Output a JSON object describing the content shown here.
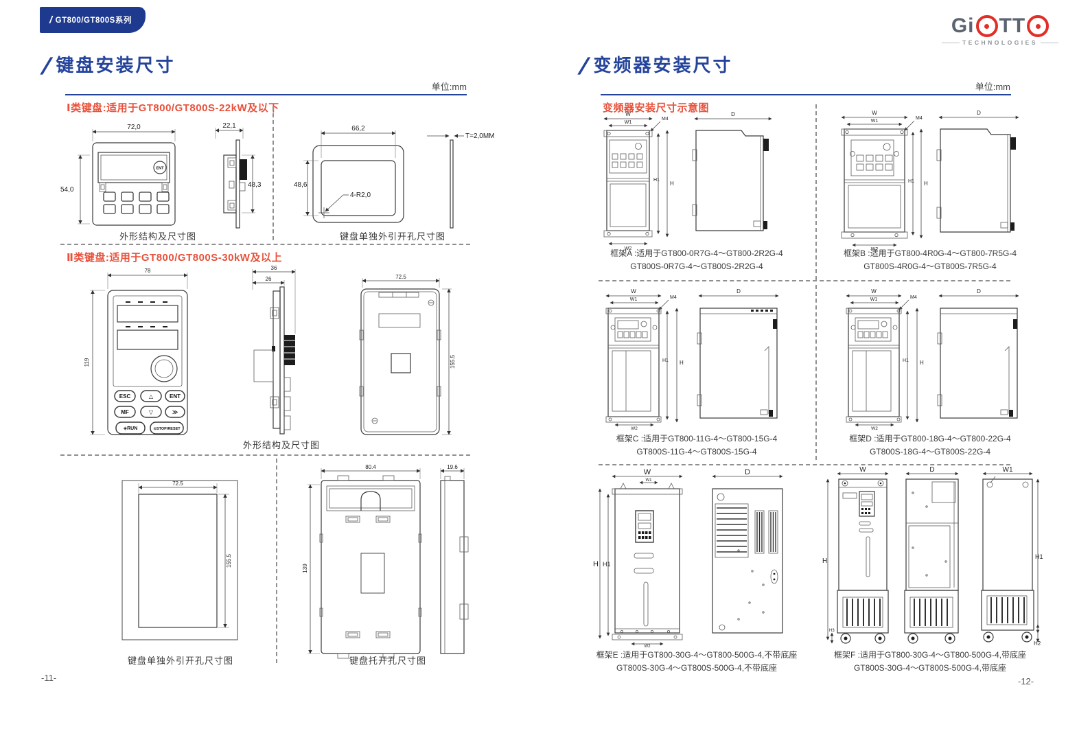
{
  "header": {
    "series_tag": "GT800/GT800S系列"
  },
  "logo": {
    "gi": "Gi",
    "tt": "TT",
    "sub": "TECHNOLOGIES"
  },
  "left_page": {
    "title": "键盘安装尺寸",
    "unit": "单位:mm",
    "page_number": "-11-",
    "class1": {
      "heading": "Ⅰ类键盘:适用于GT800/GT800S-22kW及以下",
      "caption_outline": "外形结构及尺寸图",
      "caption_hole": "键盘单独外引开孔尺寸图",
      "front": {
        "w": "72,0",
        "h": "54,0",
        "ent": "ENT"
      },
      "side": {
        "w": "22,1",
        "h": "48,3"
      },
      "hole": {
        "w": "66,2",
        "h": "48,6",
        "corner": "4-R2,0",
        "thickness": "T=2,0MM"
      }
    },
    "class2": {
      "heading": "Ⅱ类键盘:适用于GT800/GT800S-30kW及以上",
      "caption_outline": "外形结构及尺寸图",
      "caption_hole": "键盘单独外引开孔尺寸图",
      "caption_tray": "键盘托开孔尺寸图",
      "front": {
        "w": "78",
        "h": "119"
      },
      "buttons": {
        "esc": "ESC",
        "up": "△",
        "ent": "ENT",
        "mf": "MF",
        "down": "▽",
        "next": "≫",
        "run": "◈RUN",
        "stop": "⊙STOP/RESET"
      },
      "side": {
        "d1": "36",
        "d2": "26"
      },
      "back": {
        "w": "72.5",
        "h": "155.5"
      },
      "hole": {
        "w": "72.5",
        "h": "155.5"
      },
      "tray": {
        "w": "80.4",
        "h": "139",
        "d": "19.6"
      }
    }
  },
  "right_page": {
    "title": "变频器安装尺寸",
    "unit": "单位:mm",
    "page_number": "-12-",
    "heading": "变频器安装尺寸示意图",
    "dims": {
      "W": "W",
      "W1": "W1",
      "W2": "W2",
      "H": "H",
      "H1": "H1",
      "H2": "H2",
      "H3": "H3",
      "D": "D",
      "M4": "M4"
    },
    "frames": [
      {
        "id": "A",
        "line1": "框架A :适用于GT800-0R7G-4～GT800-2R2G-4",
        "line2": "GT800S-0R7G-4～GT800S-2R2G-4"
      },
      {
        "id": "B",
        "line1": "框架B :适用于GT800-4R0G-4～GT800-7R5G-4",
        "line2": "GT800S-4R0G-4～GT800S-7R5G-4"
      },
      {
        "id": "C",
        "line1": "框架C :适用于GT800-11G-4～GT800-15G-4",
        "line2": "GT800S-11G-4～GT800S-15G-4"
      },
      {
        "id": "D",
        "line1": "框架D :适用于GT800-18G-4～GT800-22G-4",
        "line2": "GT800S-18G-4～GT800S-22G-4"
      },
      {
        "id": "E",
        "line1": "框架E :适用于GT800-30G-4～GT800-500G-4,不带底座",
        "line2": "GT800S-30G-4～GT800S-500G-4,不带底座"
      },
      {
        "id": "F",
        "line1": "框架F :适用于GT800-30G-4～GT800-500G-4,带底座",
        "line2": "GT800S-30G-4～GT800S-500G-4,带底座"
      }
    ]
  }
}
